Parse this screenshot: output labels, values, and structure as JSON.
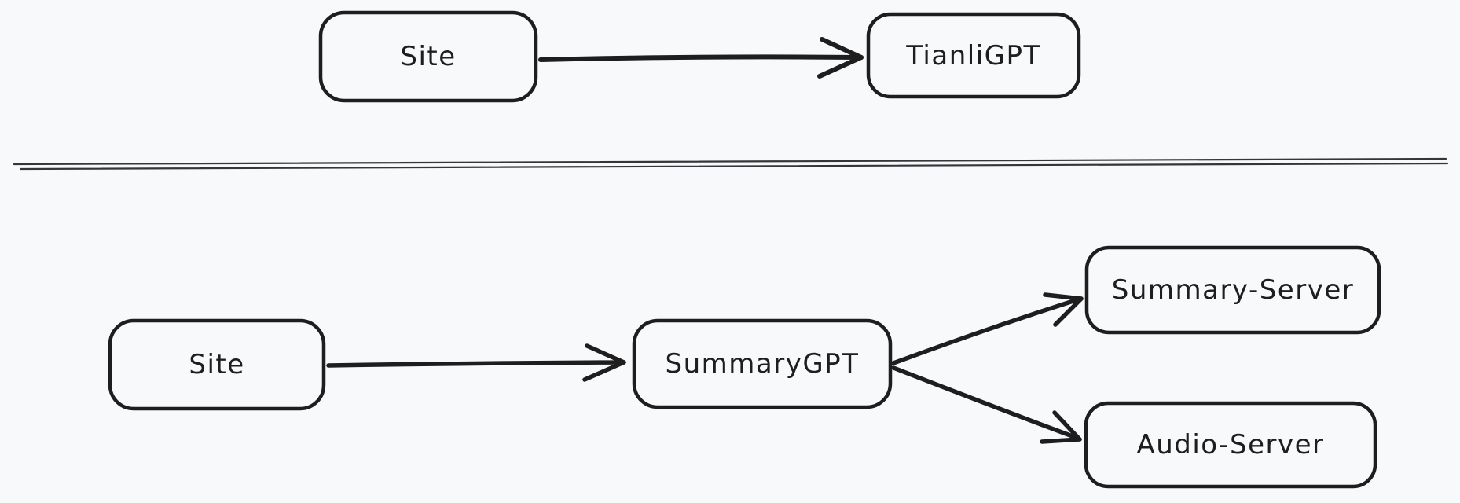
{
  "diagram": {
    "colors": {
      "background": "#f8f9fa",
      "stroke": "#1e1e1e",
      "divider": "#35353a"
    },
    "sections": [
      {
        "name": "top-flow",
        "nodes": [
          {
            "label": "Site"
          },
          {
            "label": "TianliGPT"
          }
        ],
        "edges": [
          {
            "from": "Site",
            "to": "TianliGPT"
          }
        ]
      },
      {
        "name": "bottom-flow",
        "nodes": [
          {
            "label": "Site"
          },
          {
            "label": "SummaryGPT"
          },
          {
            "label": "Summary-Server"
          },
          {
            "label": "Audio-Server"
          }
        ],
        "edges": [
          {
            "from": "Site",
            "to": "SummaryGPT"
          },
          {
            "from": "SummaryGPT",
            "to": "Summary-Server"
          },
          {
            "from": "SummaryGPT",
            "to": "Audio-Server"
          }
        ]
      }
    ]
  }
}
